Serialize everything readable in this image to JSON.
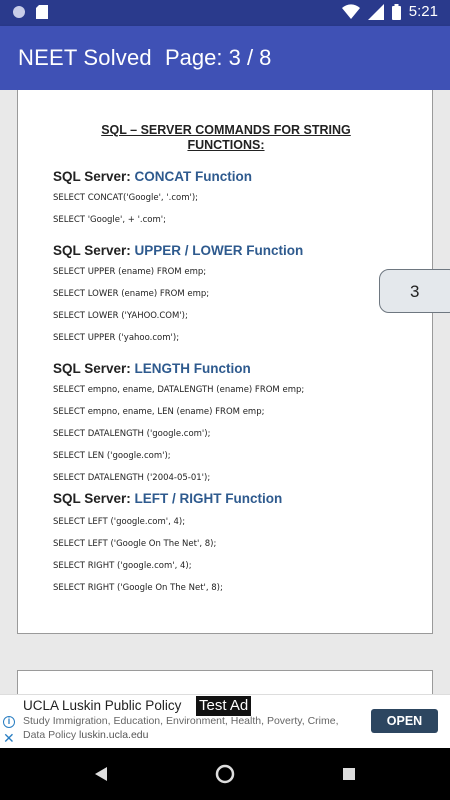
{
  "status_bar": {
    "time": "5:21",
    "icons": [
      "circle-notification-icon",
      "sd-card-icon",
      "wifi-icon",
      "signal-icon",
      "battery-icon"
    ]
  },
  "app_bar": {
    "title": "NEET Solved",
    "page_label": "Page: 3 / 8"
  },
  "document": {
    "title_line1": "SQL – SERVER COMMANDS FOR STRING",
    "title_line2": "FUNCTIONS:",
    "sections": [
      {
        "prefix": "SQL Server: ",
        "name": "CONCAT Function",
        "lines": [
          "SELECT CONCAT('Google', '.com');",
          "SELECT 'Google', + '.com';"
        ]
      },
      {
        "prefix": "SQL Server: ",
        "name": "UPPER / LOWER Function",
        "lines": [
          "SELECT UPPER (ename) FROM emp;",
          "SELECT LOWER (ename) FROM emp;",
          "SELECT LOWER ('YAHOO.COM');",
          "SELECT UPPER ('yahoo.com');"
        ]
      },
      {
        "prefix": "SQL Server: ",
        "name": "LENGTH Function",
        "lines": [
          "SELECT empno, ename, DATALENGTH (ename) FROM emp;",
          "SELECT empno, ename, LEN (ename) FROM emp;",
          "SELECT DATALENGTH ('google.com');",
          "SELECT LEN ('google.com');",
          "SELECT DATALENGTH ('2004-05-01');"
        ]
      },
      {
        "prefix": "SQL Server: ",
        "name": "LEFT / RIGHT Function",
        "lines": [
          "SELECT LEFT ('google.com', 4);",
          "SELECT LEFT ('Google On The Net', 8);",
          "SELECT RIGHT ('google.com', 4);",
          "SELECT RIGHT ('Google On The Net', 8);"
        ]
      }
    ]
  },
  "page_indicator": "3",
  "ad": {
    "title": "UCLA Luskin Public Policy",
    "badge": "Test Ad",
    "description": "Study Immigration, Education, Environment, Health, Poverty, Crime, Data Policy",
    "domain": "luskin.ucla.edu",
    "cta": "OPEN"
  },
  "colors": {
    "app_bar": "#3f51b5",
    "status_bar": "#2a3a8c",
    "section_accent": "#2e5a8e",
    "ad_button": "#2d4660"
  }
}
